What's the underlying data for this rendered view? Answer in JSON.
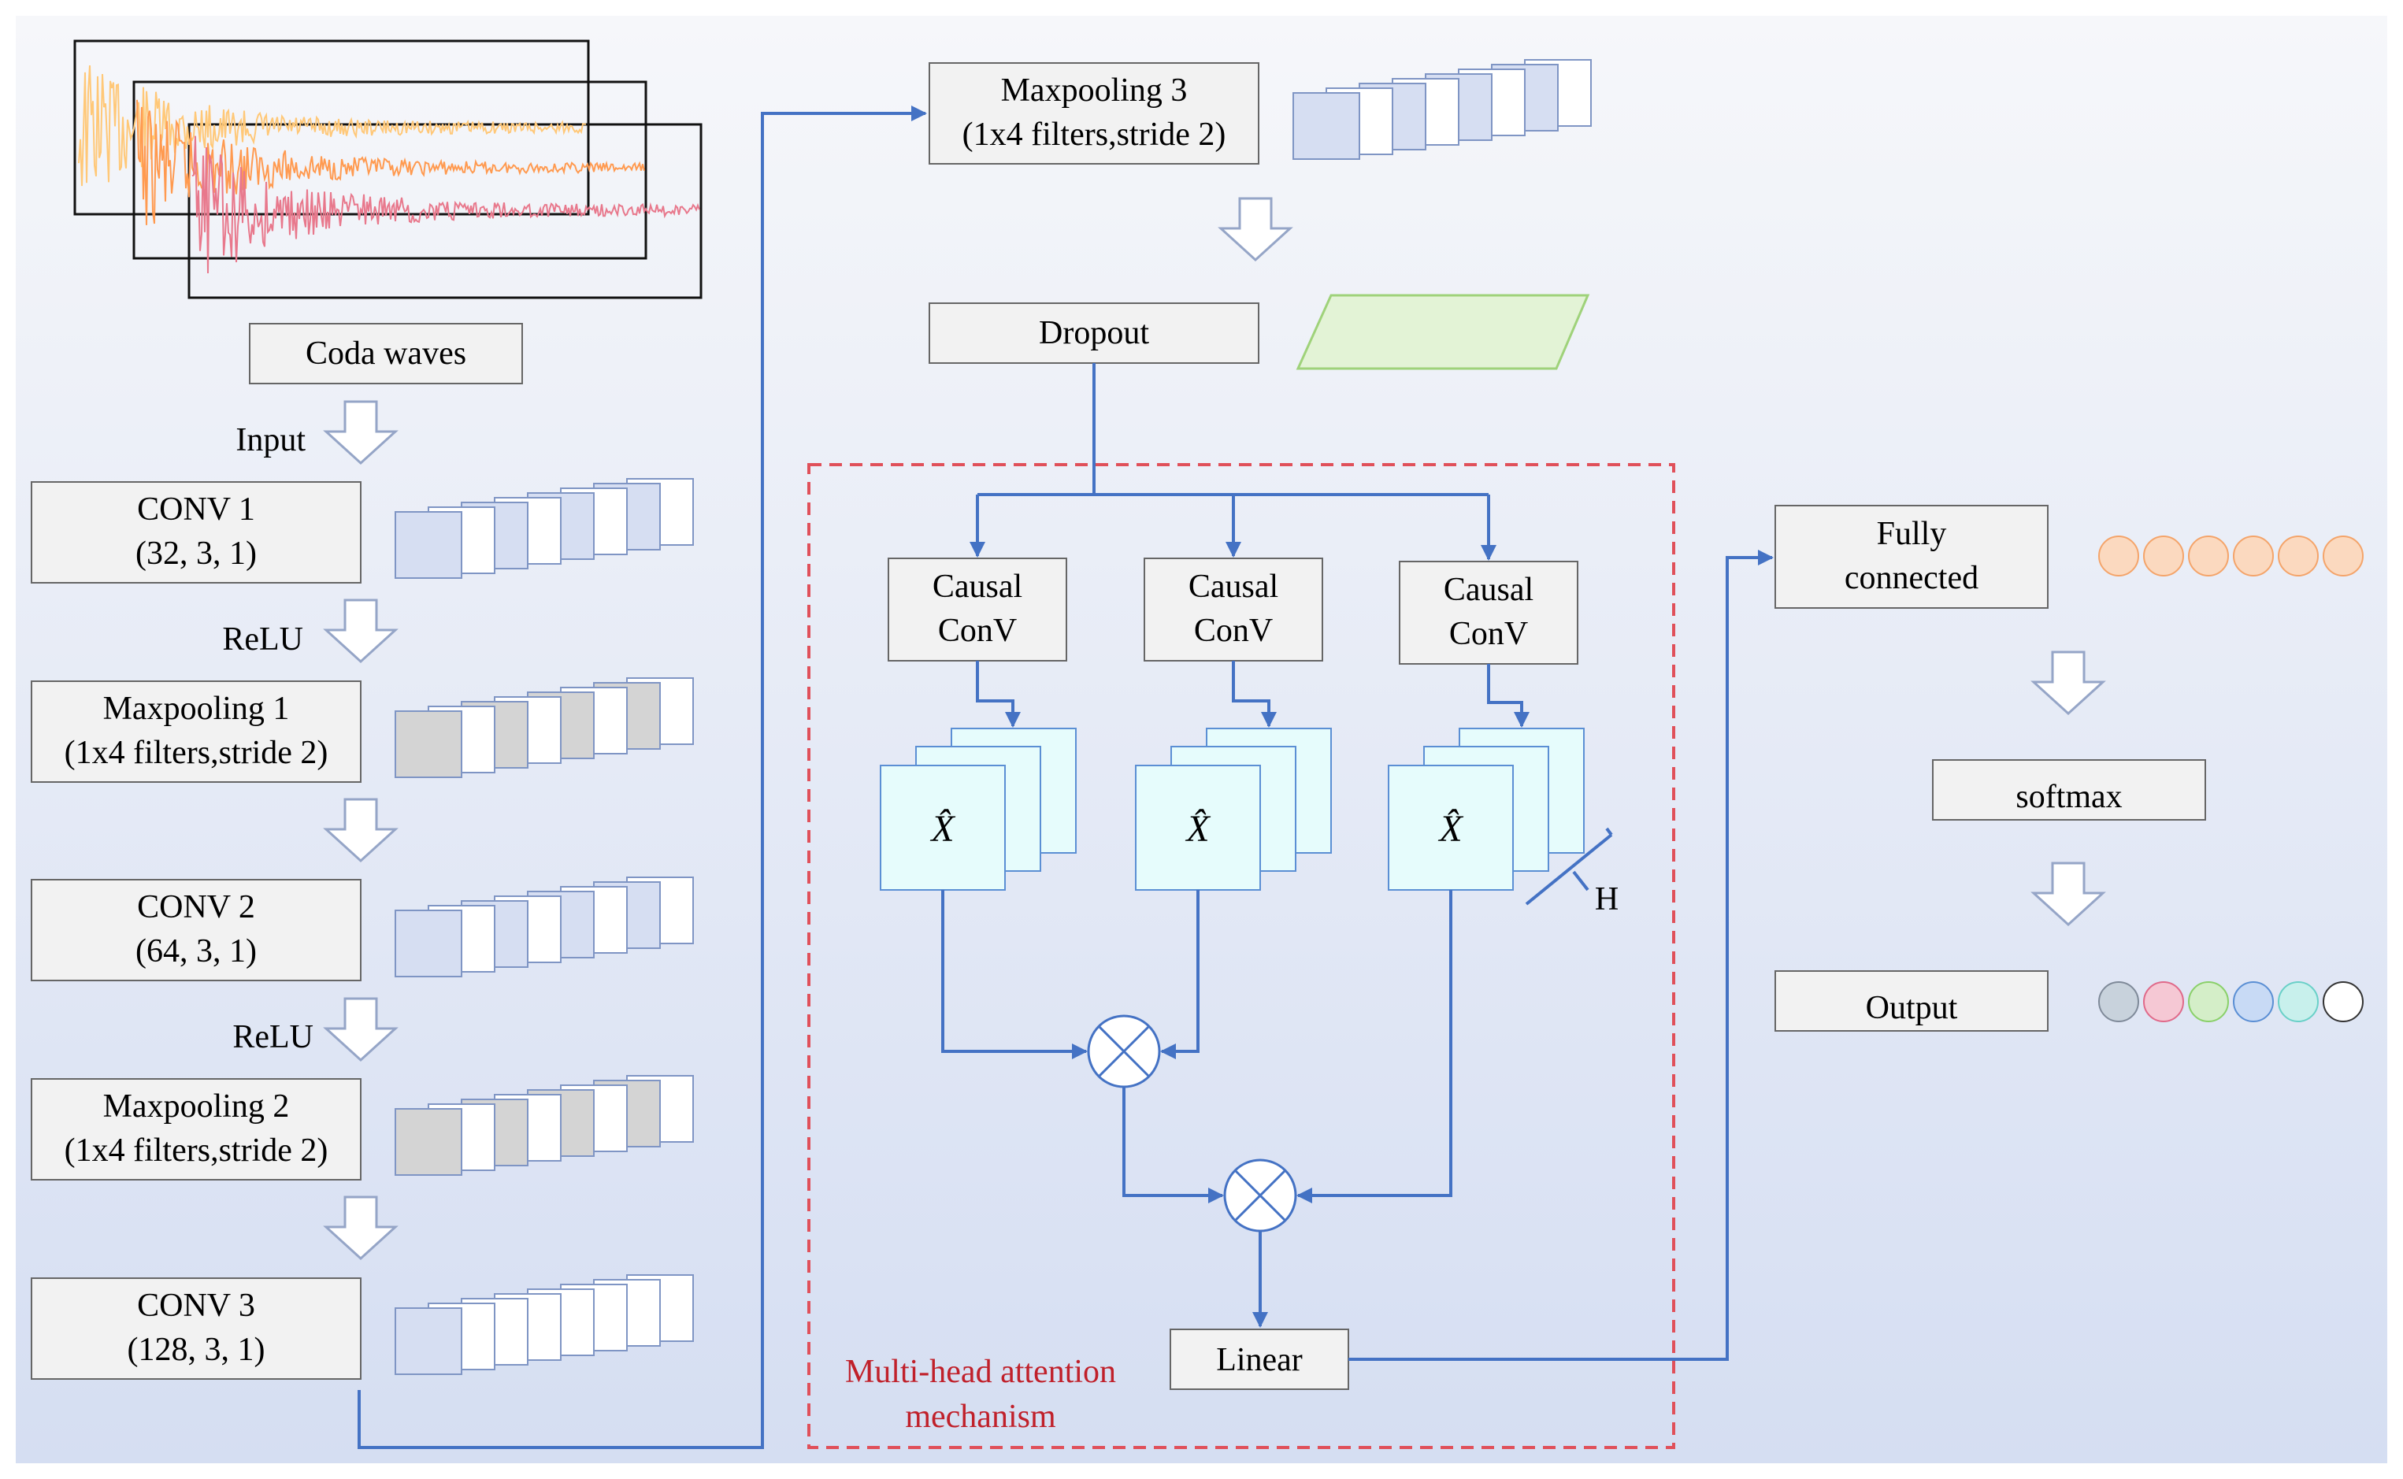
{
  "input_label": "Coda waves",
  "arrow_labels": {
    "input": "Input",
    "relu1": "ReLU",
    "relu2": "ReLU"
  },
  "left_blocks": [
    {
      "line1": "CONV 1",
      "line2": "(32, 3, 1)"
    },
    {
      "line1": "Maxpooling 1",
      "line2": "(1x4 filters,stride 2)"
    },
    {
      "line1": "CONV 2",
      "line2": "(64, 3, 1)"
    },
    {
      "line1": "Maxpooling 2",
      "line2": "(1x4 filters,stride 2)"
    },
    {
      "line1": "CONV 3",
      "line2": "(128, 3, 1)"
    }
  ],
  "middle_blocks": {
    "maxpool3": {
      "line1": "Maxpooling 3",
      "line2": "(1x4 filters,stride 2)"
    },
    "dropout": "Dropout",
    "linear": "Linear"
  },
  "attention": {
    "heads": [
      {
        "line1": "Causal",
        "line2": "ConV",
        "symbol": "X̂"
      },
      {
        "line1": "Causal",
        "line2": "ConV",
        "symbol": "X̂"
      },
      {
        "line1": "Causal",
        "line2": "ConV",
        "symbol": "X̂"
      }
    ],
    "head_count_label": "H",
    "title_line1": "Multi-head attention",
    "title_line2": "mechanism"
  },
  "right_blocks": {
    "fully_connected": {
      "line1": "Fully",
      "line2": "connected"
    },
    "softmax": "softmax",
    "output": "Output"
  },
  "colors": {
    "flow_line": "#4472c4",
    "attention_border": "#e0505a",
    "attention_title": "#c0202a",
    "feature_fill": "#d6def2",
    "pool_fill": "#d4d4d4",
    "dropout_shape": "#e3f3d6",
    "fc_nodes": "#fbd9bf",
    "wave_colors": [
      "#ffc878",
      "#ff9a50",
      "#e8788c"
    ],
    "output_nodes": [
      "#c8d2dc",
      "#f5c8d4",
      "#d4eec8",
      "#c8daf5",
      "#c8f0ec",
      "#ffffff"
    ]
  }
}
